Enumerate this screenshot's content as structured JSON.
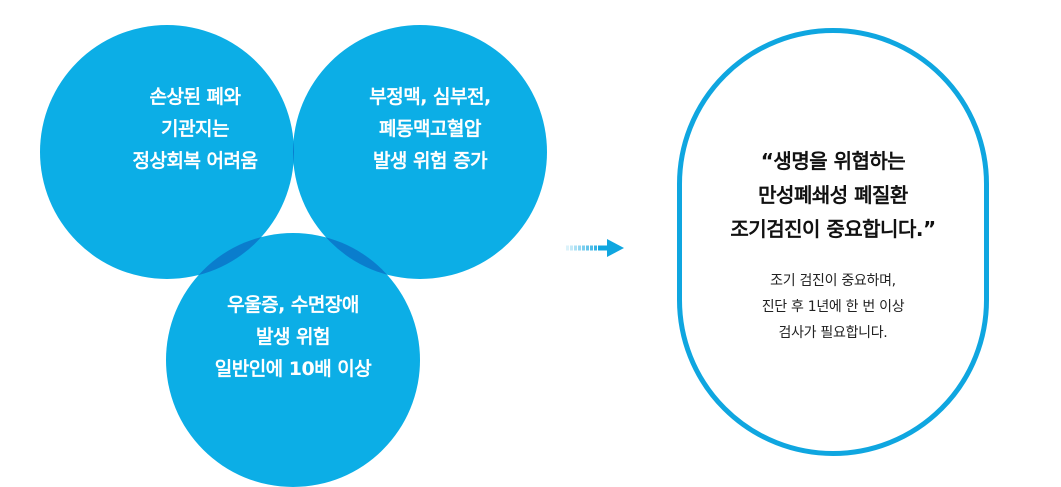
{
  "colors": {
    "circle": "#0caee6",
    "overlap": "#0a7dcd",
    "border": "#0fa6e0",
    "arrow": "#0fa6e0"
  },
  "circles": [
    {
      "lines": [
        "손상된 폐와",
        "기관지는",
        "정상회복 어려움"
      ]
    },
    {
      "lines": [
        "부정맥, 심부전,",
        "폐동맥고혈압",
        "발생 위험 증가"
      ]
    },
    {
      "lines": [
        "우울증, 수면장애",
        "발생 위험",
        "일반인에 10배 이상"
      ]
    }
  ],
  "arrow_icon": "right-arrow-icon",
  "callout": {
    "quote_lines": [
      "“생명을 위협하는",
      "만성폐쇄성 폐질환",
      "조기검진이 중요합니다.”"
    ],
    "desc_lines": [
      "조기 검진이 중요하며,",
      "진단 후 1년에 한 번 이상",
      "검사가 필요합니다."
    ]
  }
}
